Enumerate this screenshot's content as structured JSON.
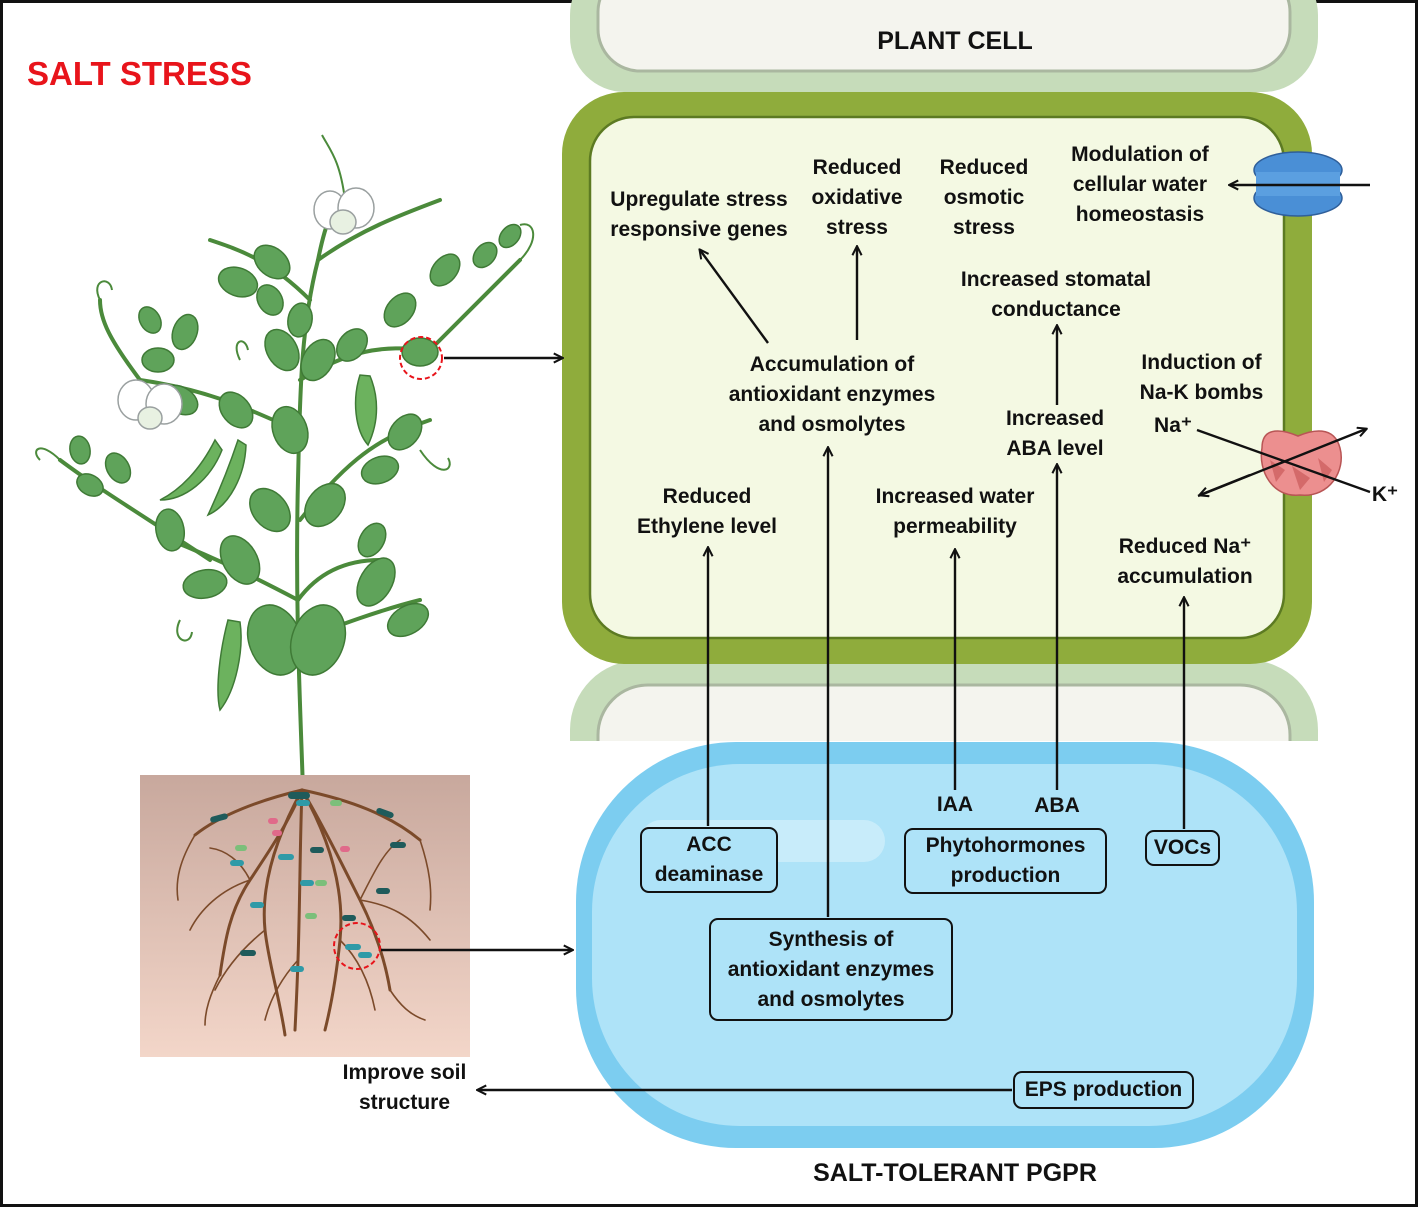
{
  "title": "SALT STRESS",
  "plant_cell_label": "PLANT CELL",
  "pgpr_label": "SALT-TOLERANT PGPR",
  "cell_effects": {
    "upregulate": "Upregulate stress\nresponsive genes",
    "oxidative": "Reduced\noxidative\nstress",
    "osmotic": "Reduced\nosmotic\nstress",
    "water_homeostasis": "Modulation of\ncellular water\nhomeostasis",
    "stomatal": "Increased stomatal\nconductance",
    "accumulation": "Accumulation of\nantioxidant enzymes\nand osmolytes",
    "aba_level": "Increased\nABA level",
    "nak_pumps": "Induction of\nNa-K bombs",
    "ethylene": "Reduced\nEthylene level",
    "water_permeability": "Increased water\npermeability",
    "reduced_na": "Reduced Na⁺\naccumulation"
  },
  "ions": {
    "na": "Na⁺",
    "k": "K⁺"
  },
  "pgpr_mechanisms": {
    "acc": "ACC\ndeaminase",
    "phytohormones": "Phytohormones\nproduction",
    "iaa": "IAA",
    "aba": "ABA",
    "vocs": "VOCs",
    "synthesis": "Synthesis of\nantioxidant enzymes\nand osmolytes",
    "eps": "EPS production"
  },
  "soil_effect": "Improve soil\nstructure",
  "colors": {
    "title_red": "#e8141b",
    "cell_wall": "#8fac3c",
    "cytoplasm": "#f4f9e3",
    "neighbor_cell": "#c6dcba",
    "bacterium": "#7ccdf0",
    "bacterium_inner": "#aee3f8",
    "leaf": "#5fa35a",
    "pod": "#6cb25e",
    "soil": "#dcb9ac",
    "root": "#7b4a2a",
    "aquaporin": "#4a8fd6",
    "na_k_pump": "#ec8f8f"
  },
  "icons": [
    "aquaporin-icon",
    "na-k-pump-icon",
    "pea-plant-icon",
    "root-system-icon",
    "bacteria-icon"
  ]
}
